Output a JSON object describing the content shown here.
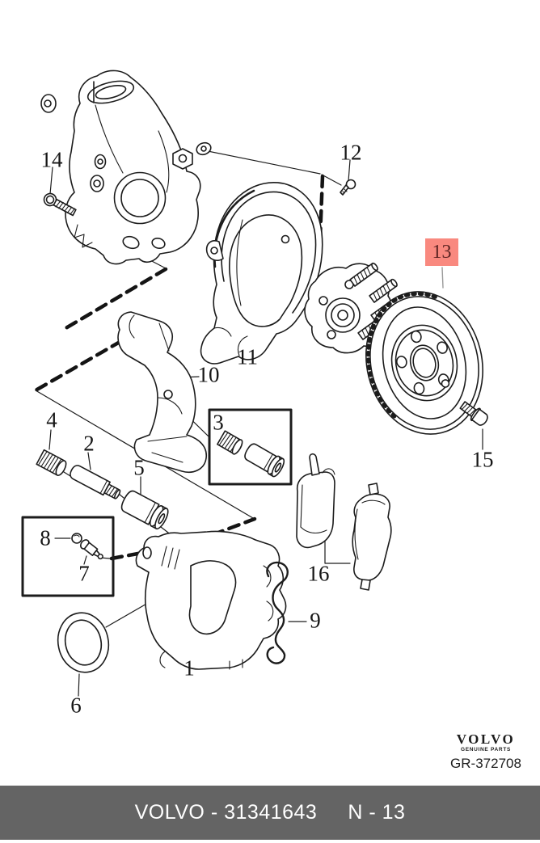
{
  "diagram": {
    "title_hint": "Volvo front brake exploded parts diagram",
    "ink": "#1c1c1c",
    "highlight": {
      "label": "13",
      "bg": "#f9897f",
      "fg": "#5c2422"
    },
    "callouts": [
      {
        "id": "1",
        "label": "1"
      },
      {
        "id": "2",
        "label": "2"
      },
      {
        "id": "3",
        "label": "3"
      },
      {
        "id": "4",
        "label": "4"
      },
      {
        "id": "5",
        "label": "5"
      },
      {
        "id": "6",
        "label": "6"
      },
      {
        "id": "7",
        "label": "7"
      },
      {
        "id": "8",
        "label": "8"
      },
      {
        "id": "9",
        "label": "9"
      },
      {
        "id": "10",
        "label": "10"
      },
      {
        "id": "11",
        "label": "11"
      },
      {
        "id": "12",
        "label": "12"
      },
      {
        "id": "14",
        "label": "14"
      },
      {
        "id": "15",
        "label": "15"
      },
      {
        "id": "16",
        "label": "16"
      }
    ]
  },
  "footer": {
    "part_text": "VOLVO - 31341643",
    "page_text": "N - 13",
    "bg": "#646464",
    "fg": "#ffffff"
  },
  "stamp": {
    "brand": "VOLVO",
    "tagline": "GENUINE PARTS",
    "code": "GR-372708"
  }
}
